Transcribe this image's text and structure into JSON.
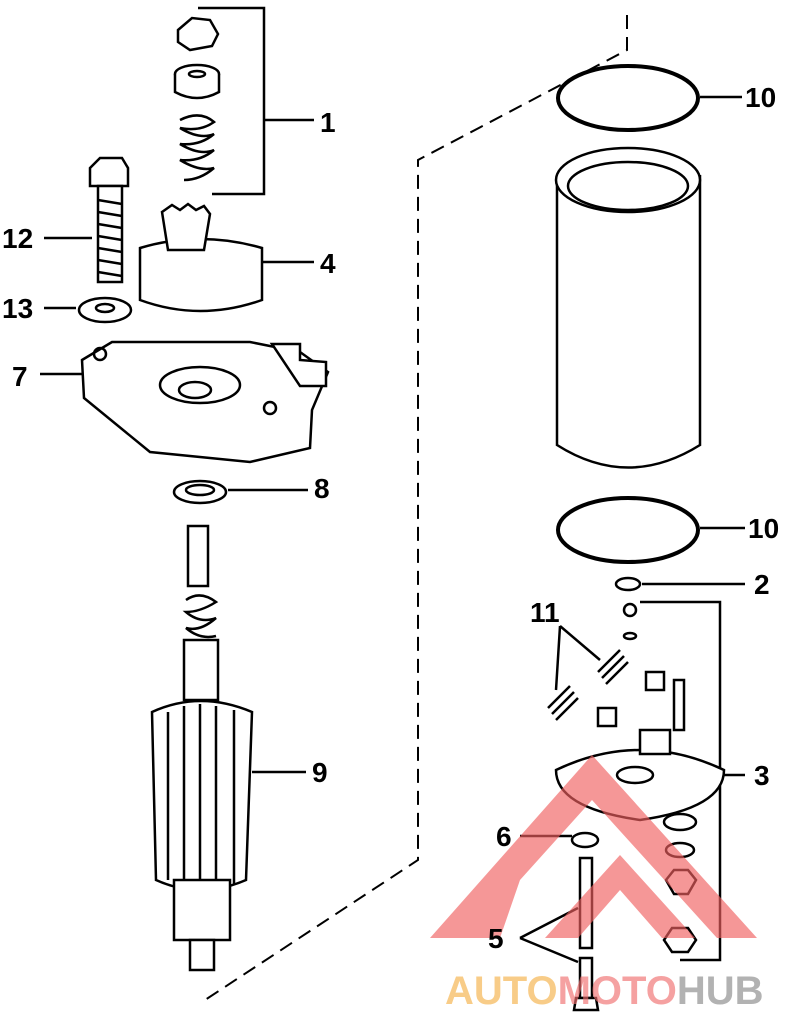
{
  "diagram": {
    "title": "Starter motor exploded parts view",
    "labels": {
      "p1": "1",
      "p2": "2",
      "p3": "3",
      "p4": "4",
      "p5": "5",
      "p6": "6",
      "p7": "7",
      "p8": "8",
      "p9": "9",
      "p10a": "10",
      "p10b": "10",
      "p11": "11",
      "p12": "12",
      "p13": "13"
    }
  },
  "watermark": {
    "text_part1": "AUTO",
    "text_part2": "MOTO",
    "text_part3": "HUB",
    "colors": {
      "triangle": "#f06060",
      "auto": "#f5b24a",
      "moto": "#f07070",
      "hub": "#8a8a8a"
    }
  }
}
